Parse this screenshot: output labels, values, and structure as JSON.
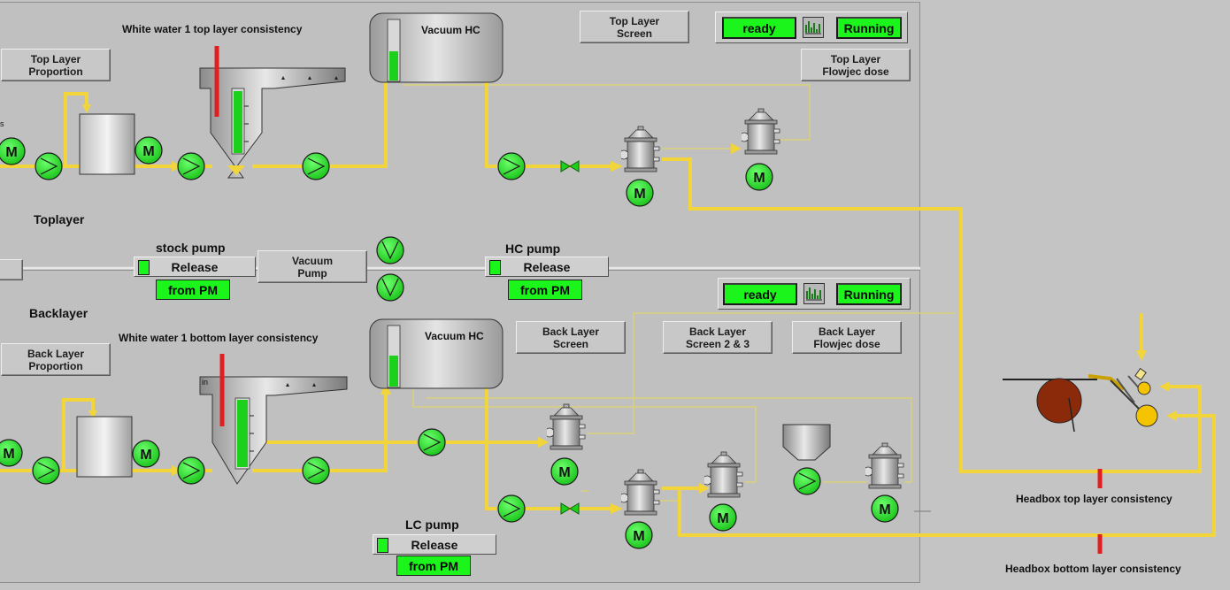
{
  "sections": {
    "toplayer_label": "Toplayer",
    "backlayer_label": "Backlayer"
  },
  "buttons": {
    "top_layer_proportion": "Top Layer\nProportion",
    "top_layer_screen": "Top Layer\nScreen",
    "top_layer_flowjec_dose": "Top Layer\nFlowjec dose",
    "vacuum_pump": "Vacuum\nPump",
    "back_layer_proportion": "Back Layer\nProportion",
    "back_layer_screen": "Back Layer\nScreen",
    "back_layer_screen_2_3": "Back Layer\nScreen 2 & 3",
    "back_layer_flowjec_dose": "Back Layer\nFlowjec dose"
  },
  "labels": {
    "ww1_top": "White water 1 top layer consistency",
    "ww1_bottom": "White water 1 bottom layer consistency",
    "vacuum_hc_top": "Vacuum HC",
    "vacuum_hc_bottom": "Vacuum HC",
    "headbox_top": "Headbox top layer consistency",
    "headbox_bottom": "Headbox bottom layer consistency",
    "fragment_top_left": "s",
    "fragment_bottom_left": "in"
  },
  "status": {
    "top": {
      "ready": "ready",
      "running": "Running"
    },
    "bottom": {
      "ready": "ready",
      "running": "Running"
    }
  },
  "pumps": {
    "stock_pump": {
      "title": "stock pump",
      "release": "Release",
      "from_pm": "from PM"
    },
    "hc_pump": {
      "title": "HC pump",
      "release": "Release",
      "from_pm": "from PM"
    },
    "lc_pump": {
      "title": "LC pump",
      "release": "Release",
      "from_pm": "from PM"
    }
  },
  "motor_label": "M",
  "colors": {
    "background": "#c0c0c0",
    "pipe": "#f2d53a",
    "thin_pipe": "#e8d870",
    "green": "#1cf51c",
    "red": "#e02020",
    "roll": "#8b2a0a",
    "yellow_roll": "#f4c400"
  },
  "icons": [
    "motor-icon",
    "pump-icon",
    "valve-icon",
    "screen-filter-icon",
    "tank-icon",
    "trend-icon",
    "paper-machine-icon"
  ]
}
